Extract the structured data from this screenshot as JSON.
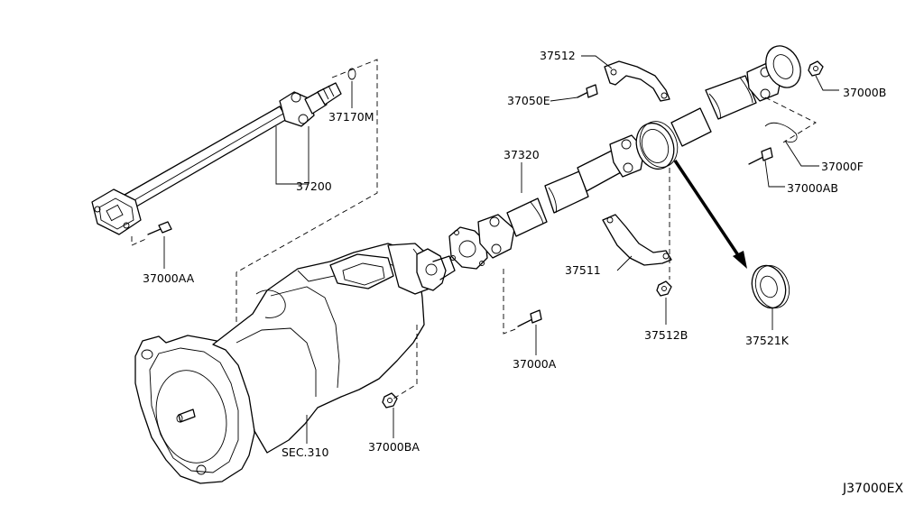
{
  "diagram_code": "J37000EX",
  "labels": {
    "p37512": "37512",
    "p37050E": "37050E",
    "p37000B": "37000B",
    "p37170M": "37170M",
    "p37320": "37320",
    "p37000F": "37000F",
    "p37000AB": "37000AB",
    "p37200": "37200",
    "p37000AA": "37000AA",
    "p37511": "37511",
    "p37521K": "37521K",
    "p37512B": "37512B",
    "p37000A": "37000A",
    "p37000BA": "37000BA",
    "sec310": "SEC.310"
  }
}
